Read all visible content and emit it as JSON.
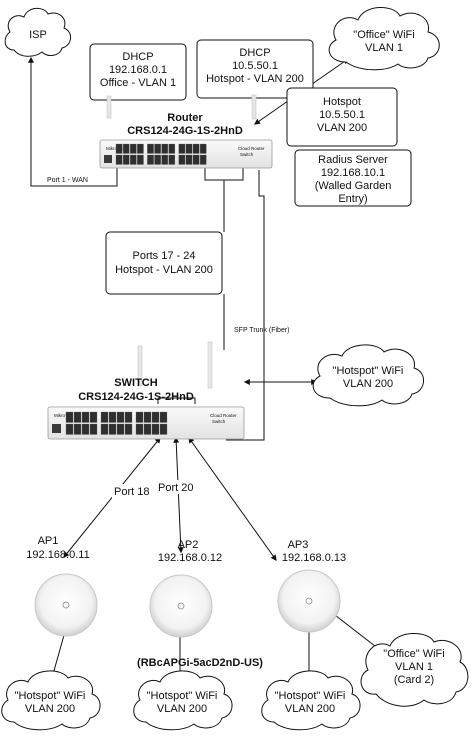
{
  "clouds": {
    "isp": "ISP",
    "office_wifi_top": [
      "\"Office\" WiFi",
      "VLAN 1"
    ],
    "hotspot_wifi_switch": [
      "\"Hotspot\" WiFi",
      "VLAN 200"
    ],
    "ap1_wifi": [
      "\"Hotspot\" WiFi",
      "VLAN 200"
    ],
    "ap2_wifi": [
      "\"Hotspot\" WiFi",
      "VLAN 200"
    ],
    "ap3_wifi": [
      "\"Hotspot\" WiFi",
      "VLAN 200"
    ],
    "ap3_office_wifi": [
      "\"Office\" WiFi",
      "VLAN 1",
      "(Card 2)"
    ]
  },
  "boxes": {
    "dhcp_office": [
      "DHCP",
      "192.168.0.1",
      "Office - VLAN 1"
    ],
    "dhcp_hotspot": [
      "DHCP",
      "10.5.50.1",
      "Hotspot - VLAN 200"
    ],
    "hotspot": [
      "Hotspot",
      "10.5.50.1",
      "VLAN 200"
    ],
    "radius": [
      "Radius Server",
      "192.168.10.1",
      "(Walled Garden",
      "Entry)"
    ],
    "ports": [
      "Ports 17 - 24",
      "Hotspot - VLAN 200"
    ]
  },
  "devices": {
    "router": {
      "title": "Router",
      "model": "CRS124-24G-1S-2HnD"
    },
    "switch": {
      "title": "SWITCH",
      "model": "CRS124-24G-1S-2HnD"
    },
    "brand": "MikroTik",
    "badge": [
      "Cloud Router",
      "Switch"
    ]
  },
  "links": {
    "port1_wan": "Port 1 - WAN",
    "sfp_trunk": "SFP Trunk (Fiber)",
    "port18": "Port 18",
    "port20": "Port 20"
  },
  "access_points": [
    {
      "name": "AP1",
      "ip": "192.168.0.11"
    },
    {
      "name": "AP2",
      "ip": "192.168.0.12"
    },
    {
      "name": "AP3",
      "ip": "192.168.0.13"
    }
  ],
  "ap2_model": "(RBcAPGi-5acD2nD-US)"
}
